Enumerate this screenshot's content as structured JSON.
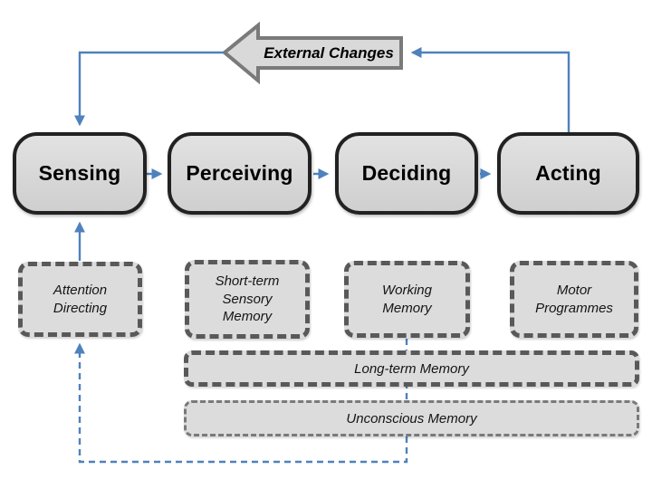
{
  "external_changes": {
    "label": "External Changes"
  },
  "stages": [
    {
      "label": "Sensing"
    },
    {
      "label": "Perceiving"
    },
    {
      "label": "Deciding"
    },
    {
      "label": "Acting"
    }
  ],
  "cognitive_resources": [
    {
      "label": "Attention Directing"
    },
    {
      "label": "Short-term Sensory Memory"
    },
    {
      "label": "Working Memory"
    },
    {
      "label": "Motor Programmes"
    }
  ],
  "memory_stores": [
    {
      "label": "Long-term Memory"
    },
    {
      "label": "Unconscious Memory"
    }
  ],
  "edges": [
    {
      "from": "Sensing",
      "to": "Perceiving",
      "style": "solid-blue-arrow"
    },
    {
      "from": "Perceiving",
      "to": "Deciding",
      "style": "solid-blue-arrow"
    },
    {
      "from": "Deciding",
      "to": "Acting",
      "style": "solid-blue-arrow"
    },
    {
      "from": "Acting",
      "to": "External Changes",
      "style": "solid-blue-arrow"
    },
    {
      "from": "External Changes",
      "to": "Sensing",
      "style": "solid-blue-arrow"
    },
    {
      "from": "Attention Directing",
      "to": "Sensing",
      "style": "solid-blue-arrow"
    },
    {
      "from": "Working Memory / Long-term Memory / Unconscious Memory",
      "to": "Attention Directing",
      "style": "dashed-blue-arrow"
    }
  ],
  "colors": {
    "box_fill": "#d9d9d9",
    "stage_border": "#222222",
    "dashed_border": "#595959",
    "unconscious_border": "#7a7a7a",
    "external_arrow_border": "#7a7a7a",
    "connector_blue": "#4f81bd",
    "text": "#000000",
    "background": "#ffffff"
  }
}
